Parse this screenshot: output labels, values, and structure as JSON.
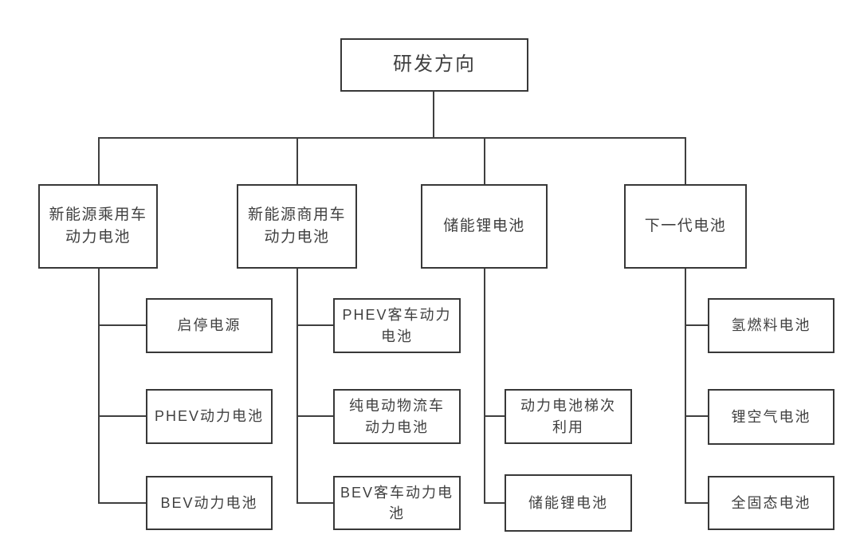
{
  "diagram": {
    "title": "研发方向",
    "colors": {
      "background": "#ffffff",
      "box_border": "#383838",
      "text": "#404040",
      "connector": "#3f3f3f"
    },
    "root": {
      "label": "研发方向"
    },
    "branches": [
      {
        "label": "新能源乘用车\n动力电池",
        "children": [
          {
            "label": "启停电源"
          },
          {
            "label": "PHEV动力电池"
          },
          {
            "label": "BEV动力电池"
          }
        ]
      },
      {
        "label": "新能源商用车\n动力电池",
        "children": [
          {
            "label": "PHEV客车动力\n电池"
          },
          {
            "label": "纯电动物流车\n动力电池"
          },
          {
            "label": "BEV客车动力电\n池"
          }
        ]
      },
      {
        "label": "储能锂电池",
        "children": [
          {
            "label": "动力电池梯次\n利用"
          },
          {
            "label": "储能锂电池"
          }
        ]
      },
      {
        "label": "下一代电池",
        "children": [
          {
            "label": "氢燃料电池"
          },
          {
            "label": "锂空气电池"
          },
          {
            "label": "全固态电池"
          }
        ]
      }
    ]
  }
}
